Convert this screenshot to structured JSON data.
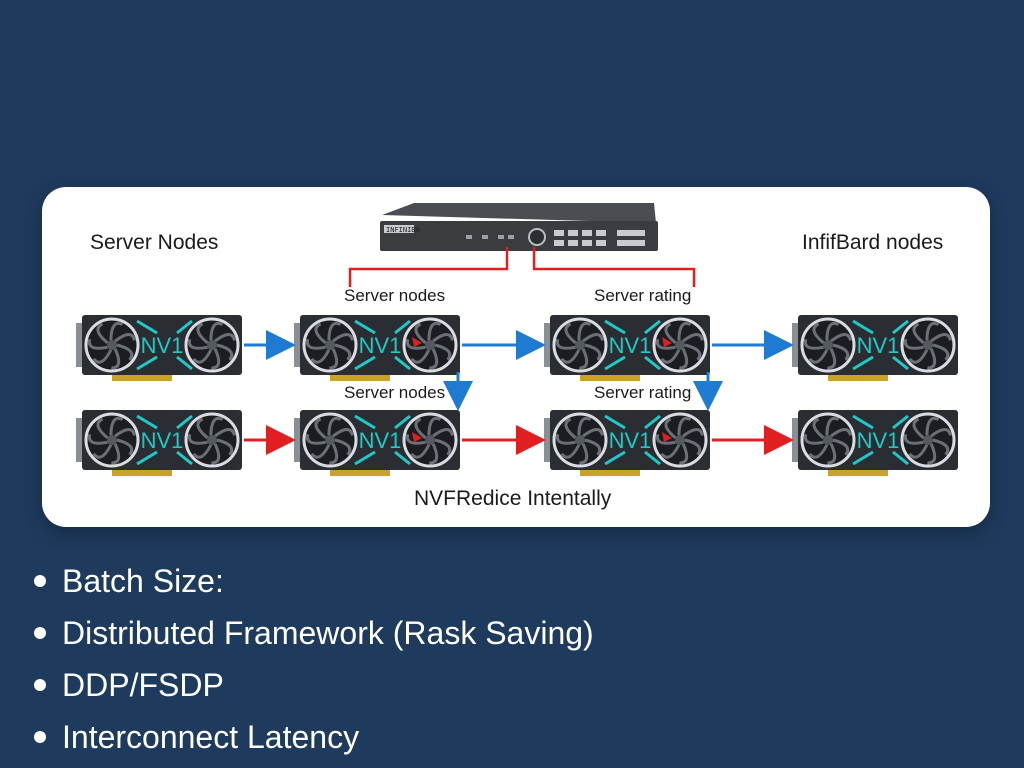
{
  "diagram": {
    "title_left": "Server Nodes",
    "title_right": "InfifBard nodes",
    "row_labels": [
      {
        "text": "Server nodes"
      },
      {
        "text": "Server rating"
      },
      {
        "text": "Server nodes"
      },
      {
        "text": "Server rating"
      }
    ],
    "caption": "NVFRedice Intentally",
    "switch_label": "INFINIBA",
    "gpu_label": "NV1",
    "colors": {
      "blue_link": "#1f7ad1",
      "red_link": "#e02020",
      "accent": "#1fc9c9",
      "gpu_body": "#2a2d31",
      "switch_body": "#3a3c40"
    }
  },
  "bullets": [
    "Batch Size:",
    "Distributed Framework (Rask Saving)",
    "DDP/FSDP",
    "Interconnect Latency"
  ]
}
